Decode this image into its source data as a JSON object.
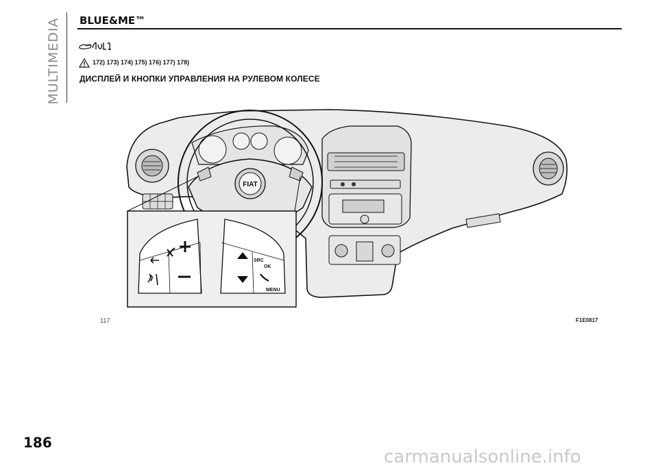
{
  "section_label": "MULTIMEDIA",
  "title": "BLUE&ME™",
  "warning_refs": "172) 173) 174) 175) 176) 177) 178)",
  "section_heading": "ДИСПЛЕЙ И КНОПКИ УПРАВЛЕНИЯ НА РУЛЕВОМ КОЛЕСЕ",
  "figure": {
    "number": "117",
    "code": "F1E0817",
    "badge": "FIAT",
    "button_labels": {
      "src": "SRC",
      "ok": "OK",
      "menu": "MENU"
    }
  },
  "page_number": "186",
  "watermark": "carmanualsonline.info",
  "icons": [
    "hand-pointer-icon",
    "warning-triangle-icon"
  ]
}
